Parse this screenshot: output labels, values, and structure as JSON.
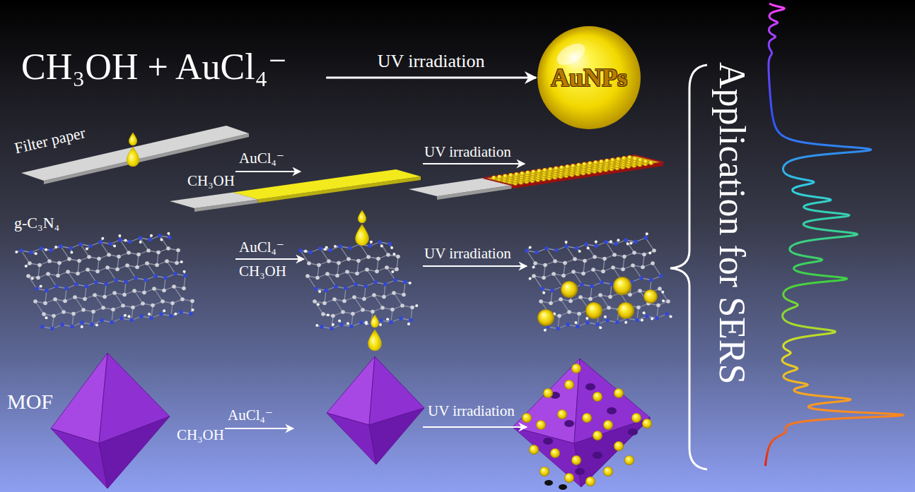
{
  "diagram": {
    "nodes": [
      {
        "text": [
          "CH₃OH + AuCl₄⁻"
        ]
      },
      {
        "text": [
          "AuNPs"
        ]
      }
    ],
    "edges": [
      {
        "from": 0,
        "to": 1,
        "arrow": "to",
        "label": "UV irradiation"
      }
    ],
    "labels": [
      "Filter paper",
      "AuCl₄⁻",
      "CH₃OH",
      "UV irradiation",
      "g-C₃N₄",
      "AuCl₄⁻",
      "CH₃OH",
      "UV irradiation",
      "MOF",
      "AuCl₄⁻",
      "CH₃OH",
      "UV irradiation",
      "Application for SERS"
    ]
  }
}
